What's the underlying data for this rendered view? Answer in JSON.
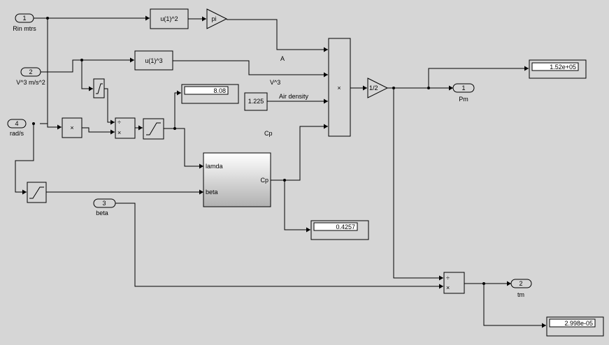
{
  "ports": {
    "in1": {
      "num": "1",
      "label": "Rin mtrs"
    },
    "in2": {
      "num": "2",
      "label": "V^3 m/s^2"
    },
    "in4": {
      "num": "4",
      "label": "rad/s"
    },
    "in3": {
      "num": "3",
      "label": "beta"
    },
    "out1": {
      "num": "1",
      "label": "Pm"
    },
    "out2": {
      "num": "2",
      "label": "tm"
    }
  },
  "blocks": {
    "fcn_sq": "u(1)^2",
    "gain_pi": "pi",
    "fcn_cube": "u(1)^3",
    "mult_sym": "×",
    "gain_half": "1/2",
    "const_air": "1.225",
    "div_top": "÷",
    "div_bot": "×",
    "cp_lamda": "lamda",
    "cp_beta": "beta",
    "cp_out": "Cp"
  },
  "signals": {
    "A": "A",
    "V3": "V^3",
    "air": "Air density",
    "cp": "Cp"
  },
  "displays": {
    "d1": "1.52e+05",
    "d2": "8.08",
    "d3": "0.4257",
    "d4": "2.998e-05"
  }
}
